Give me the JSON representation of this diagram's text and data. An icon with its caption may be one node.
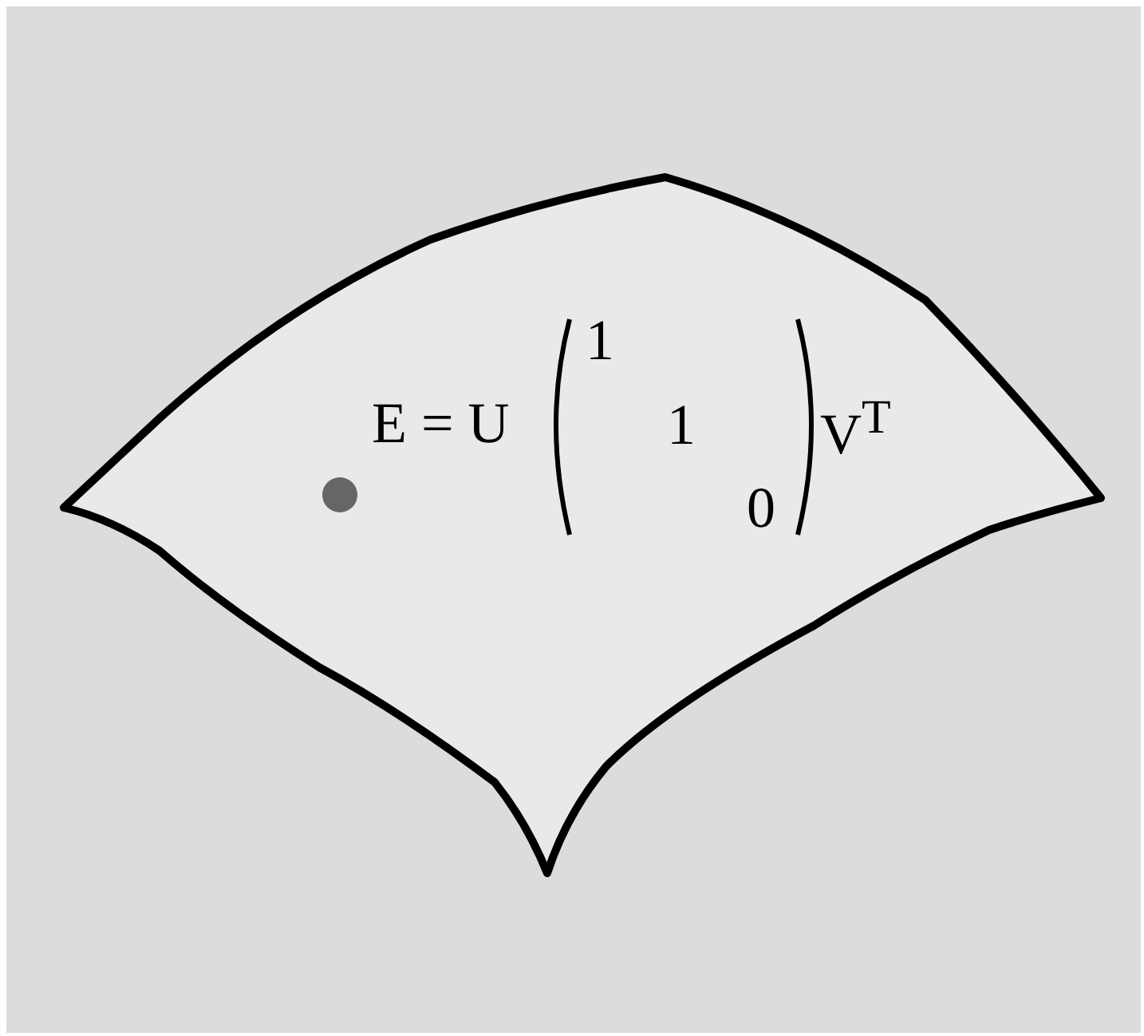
{
  "diagram": {
    "labels": [
      "E = U",
      "1",
      "1",
      "0",
      "V$^{T}$"
    ]
  }
}
